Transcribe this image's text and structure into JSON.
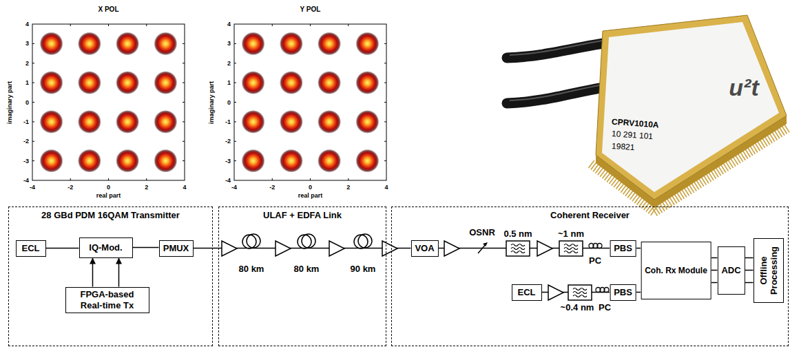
{
  "diagram": {
    "nodes": [
      {
        "text": [
          "28 GBd PDM 16QAM Transmitter"
        ]
      },
      {
        "text": [
          "ECL"
        ],
        "in": 0
      },
      {
        "text": [
          "IQ-Mod."
        ],
        "in": 0
      },
      {
        "text": [
          "PMUX"
        ],
        "in": 0
      },
      {
        "text": [
          "FPGA-based Real-time Tx"
        ],
        "in": 0
      },
      {
        "text": [
          "ULAF + EDFA Link"
        ]
      },
      {
        "text": [
          "Coherent Receiver"
        ]
      },
      {
        "text": [
          "VOA"
        ],
        "in": 6
      },
      {
        "text": [
          "PBS"
        ],
        "in": 6
      },
      {
        "text": [
          "ECL"
        ],
        "in": 6
      },
      {
        "text": [
          "PBS"
        ],
        "in": 6
      },
      {
        "text": [
          "Coh. Rx Module"
        ],
        "in": 6
      },
      {
        "text": [
          "ADC"
        ],
        "in": 6
      },
      {
        "text": [
          "Offline Processing"
        ],
        "in": 6
      }
    ],
    "edges": [
      {
        "from": 1,
        "to": 2,
        "arrow": "none"
      },
      {
        "from": 4,
        "to": 2,
        "arrow": "to"
      },
      {
        "from": 4,
        "to": 2,
        "arrow": "to"
      },
      {
        "from": 2,
        "to": 3,
        "arrow": "none"
      },
      {
        "from": 3,
        "to": 7,
        "arrow": "none"
      },
      {
        "from": 7,
        "to": 8,
        "arrow": "none"
      },
      {
        "from": 9,
        "to": 10,
        "arrow": "none"
      },
      {
        "from": 8,
        "to": 11,
        "arrow": "none"
      },
      {
        "from": 10,
        "to": 11,
        "arrow": "none"
      },
      {
        "from": 11,
        "to": 12,
        "arrow": "none"
      },
      {
        "from": 11,
        "to": 12,
        "arrow": "none"
      },
      {
        "from": 11,
        "to": 12,
        "arrow": "none"
      },
      {
        "from": 12,
        "to": 13,
        "arrow": "none"
      },
      {
        "from": 12,
        "to": 13,
        "arrow": "none"
      },
      {
        "from": 12,
        "to": 13,
        "arrow": "none"
      }
    ],
    "labels": [
      "X POL",
      "4",
      "3",
      "2",
      "1",
      "0",
      "-1",
      "-2",
      "-3",
      "-4",
      "-4",
      "-2",
      "0",
      "2",
      "4",
      "imaginary part",
      "real part",
      "Y POL",
      "4",
      "3",
      "2",
      "1",
      "0",
      "-1",
      "-2",
      "-3",
      "-4",
      "-4",
      "-2",
      "0",
      "2",
      "4",
      "imaginary part",
      "real part",
      "CPRV1010A",
      "10 291 101",
      "19821",
      "u²t",
      "80 km",
      "80 km",
      "90 km",
      "OSNR",
      "0.5 nm",
      "~1 nm",
      "PC",
      "~0.4 nm",
      "PC"
    ]
  }
}
